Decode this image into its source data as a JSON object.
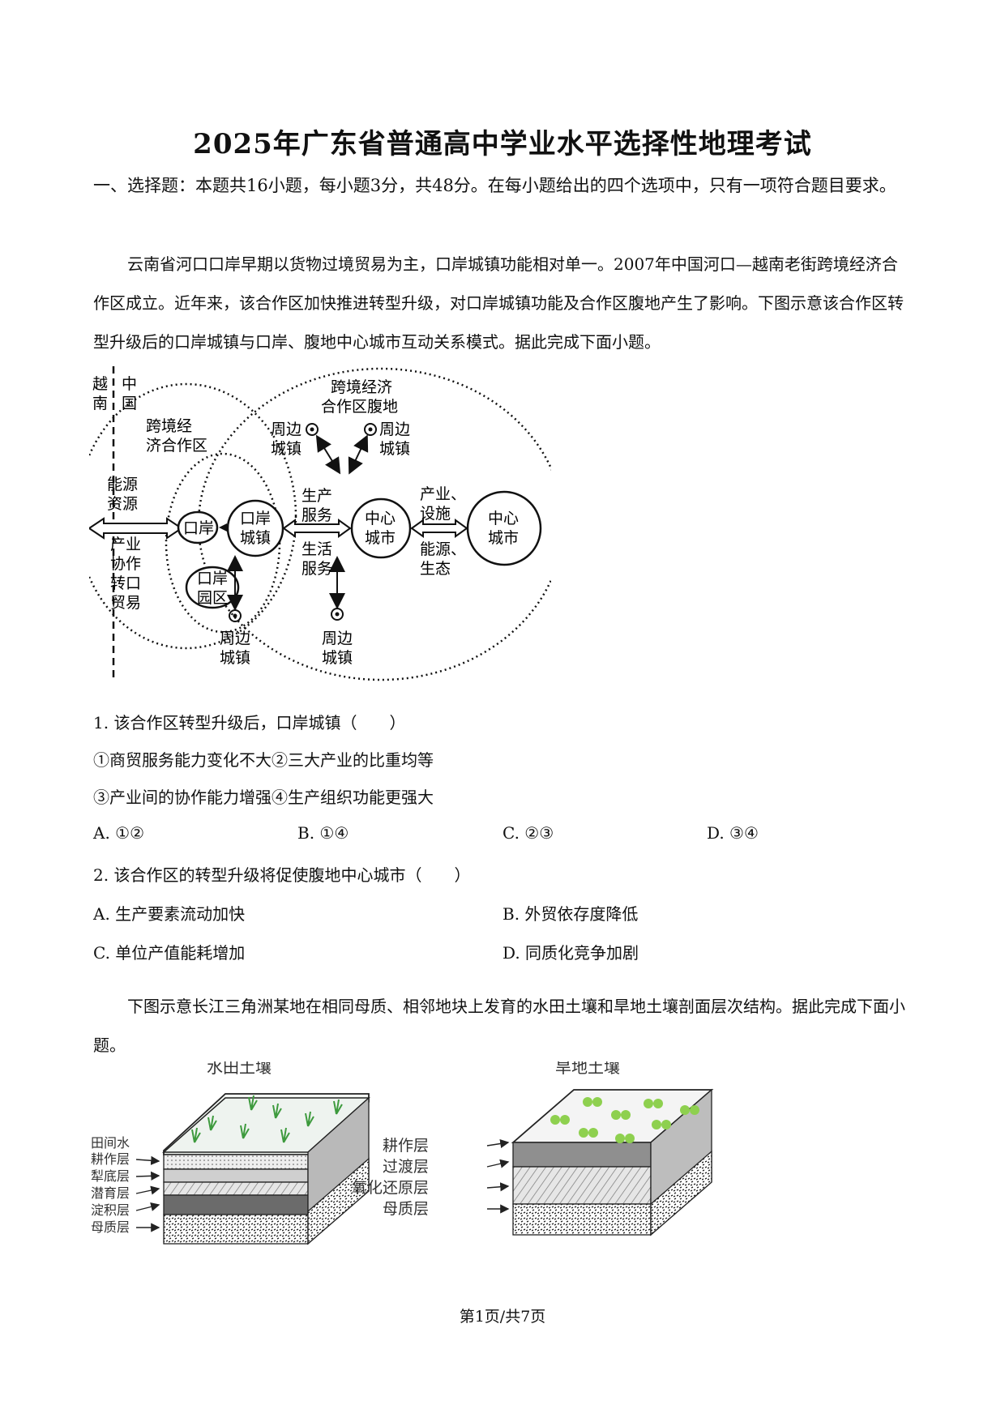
{
  "title": "2025年广东省普通高中学业水平选择性地理考试",
  "section_header": "一、选择题：本题共16小题，每小题3分，共48分。在每小题给出的四个选项中，只有一项符合题目要求。",
  "intro1": "云南省河口口岸早期以货物过境贸易为主，口岸城镇功能相对单一。2007年中国河口—越南老街跨境经济合作区成立。近年来，该合作区加快推进转型升级，对口岸城镇功能及合作区腹地产生了影响。下图示意该合作区转型升级后的口岸城镇与口岸、腹地中心城市互动关系模式。据此完成下面小题。",
  "diagram1": {
    "vietnam": "越南",
    "china": "中国",
    "cross_zone": "跨境经济合作区",
    "cross_zone_l1": "跨境经",
    "cross_zone_l2": "济合作区",
    "hinterland_l1": "跨境经济",
    "hinterland_l2": "合作区腹地",
    "energy_l1": "能源",
    "energy_l2": "资源",
    "industry_l1": "产业",
    "industry_l2": "协作",
    "industry_l3": "转口",
    "industry_l4": "贸易",
    "port": "口岸",
    "port_town_l1": "口岸",
    "port_town_l2": "城镇",
    "port_park_l1": "口岸",
    "port_park_l2": "园区",
    "prod_l1": "生产",
    "prod_l2": "服务",
    "life_l1": "生活",
    "life_l2": "服务",
    "center_l1": "中心",
    "center_l2": "城市",
    "ind_fac_l1": "产业、",
    "ind_fac_l2": "设施",
    "eco_l1": "能源、",
    "eco_l2": "生态",
    "town_l1": "周边",
    "town_l2": "城镇"
  },
  "q1": {
    "stem": "1. 该合作区转型升级后，口岸城镇（　　）",
    "s1": "①商贸服务能力变化不大②三大产业的比重均等",
    "s2": "③产业间的协作能力增强④生产组织功能更强大",
    "a": "A. ①②",
    "b": "B. ①④",
    "c": "C. ②③",
    "d": "D. ③④"
  },
  "q2": {
    "stem": "2. 该合作区的转型升级将促使腹地中心城市（　　）",
    "a": "A. 生产要素流动加快",
    "b": "B. 外贸依存度降低",
    "c": "C. 单位产值能耗增加",
    "d": "D. 同质化竞争加剧"
  },
  "intro2": "下图示意长江三角洲某地在相同母质、相邻地块上发育的水田土壤和旱地土壤剖面层次结构。据此完成下面小题。",
  "diagram2": {
    "paddy_title": "水田土壤",
    "dry_title": "旱地土壤",
    "paddy_layers": [
      "田间水",
      "耕作层",
      "犁底层",
      "潜育层",
      "淀积层",
      "母质层"
    ],
    "dry_layers": [
      "耕作层",
      "过渡层",
      "氧化还原层",
      "母质层"
    ]
  },
  "footer": "第1页/共7页"
}
